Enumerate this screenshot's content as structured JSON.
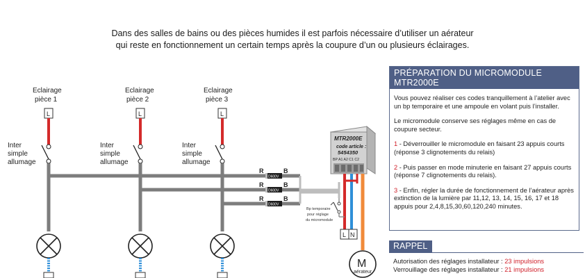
{
  "intro": {
    "line1": "Dans des salles de bains ou des pièces humides il est parfois nécessaire d’utiliser un aérateur",
    "line2": "qui reste en fonctionnement un certain temps après la coupure d’un ou plusieurs éclairages."
  },
  "diagram": {
    "circuits": [
      {
        "label_l1": "Eclairage",
        "label_l2": "pièce 1",
        "switch_l1": "Inter",
        "switch_l2": "simple",
        "switch_l3": "allumage"
      },
      {
        "label_l1": "Eclairage",
        "label_l2": "pièce 2",
        "switch_l1": "Inter",
        "switch_l2": "simple",
        "switch_l3": "allumage"
      },
      {
        "label_l1": "Eclairage",
        "label_l2": "pièce 3",
        "switch_l1": "Inter",
        "switch_l2": "simple",
        "switch_l3": "allumage"
      }
    ],
    "terminal_l": "L",
    "terminal_n": "N",
    "diode_r": "R",
    "diode_b": "B",
    "diode_label": "D600V",
    "module": {
      "name": "MTR2000E",
      "code_label": "code article :",
      "code": "5454350",
      "pins": "BP A1 A2 C1 C2"
    },
    "bp_l1": "Bp temporaire",
    "bp_l2": "pour réglage",
    "bp_l3": "du micromodule",
    "motor_symbol": "M",
    "motor_label": "aérateur",
    "colors": {
      "phase": "#d42a2a",
      "neutral": "#2f8fd8",
      "wire": "#7d7d7d",
      "motor_wire": "#f08a3a",
      "panel": "#4f5f86",
      "module": "#c8c8c8"
    }
  },
  "panel": {
    "title": "PRÉPARATION DU MICROMODULE MTR2000E",
    "p1": "Vous pouvez réaliser ces codes tranquillement à l’atelier avec un bp temporaire et une ampoule en volant puis l’installer.",
    "p2": "Le micromodule conserve ses réglages même en cas de coupure secteur.",
    "s1_num": "1",
    "s1": " - Déverrouiller le micromodule en faisant 23 appuis courts (réponse 3 clignotements du relais)",
    "s2_num": "2",
    "s2": " - Puis passer en mode minuterie en faisant 27 appuis courts (réponse 7 clignotements du relais).",
    "s3_num": "3",
    "s3": " - Enfin, régler la durée de fonctionnement de l’aérateur après extinction de la lumière par 11,12, 13, 14, 15, 16, 17 et 18 appuis pour 2,4,8,15,30,60,120,240 minutes."
  },
  "rappel": {
    "title": "RAPPEL",
    "line1_label": "Autorisation des réglages installateur : ",
    "line1_value": "23 impulsions",
    "line2_label": "Verrouillage des réglages installateur : ",
    "line2_value": "21 impulsions"
  }
}
